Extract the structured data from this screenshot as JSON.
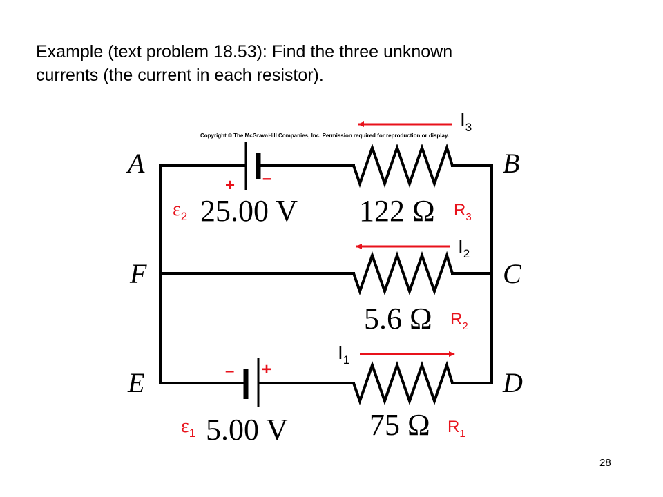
{
  "slide": {
    "title_line1": "Example (text problem 18.53): Find the three unknown",
    "title_line2": "currents (the current in each resistor).",
    "page_number": "28"
  },
  "circuit": {
    "copyright": "Copyright © The McGraw-Hill Companies, Inc. Permission required for reproduction or display.",
    "nodes": {
      "A": "A",
      "B": "B",
      "C": "C",
      "D": "D",
      "E": "E",
      "F": "F"
    },
    "battery_top": {
      "voltage": "25.00 V",
      "emf_symbol": "ε",
      "emf_sub": "2",
      "plus": "+",
      "minus": "–"
    },
    "battery_bottom": {
      "voltage": "5.00 V",
      "emf_symbol": "ε",
      "emf_sub": "1",
      "plus": "+",
      "minus": "–"
    },
    "resistor_top": {
      "value": "122 Ω",
      "label": "R",
      "sub": "3"
    },
    "resistor_mid": {
      "value": "5.6 Ω",
      "label": "R",
      "sub": "2"
    },
    "resistor_bot": {
      "value": "75 Ω",
      "label": "R",
      "sub": "1"
    },
    "current_top": {
      "label": "I",
      "sub": "3"
    },
    "current_mid": {
      "label": "I",
      "sub": "2"
    },
    "current_bot": {
      "label": "I",
      "sub": "1"
    },
    "colors": {
      "wire": "#000000",
      "annotation": "#e8121b"
    }
  }
}
